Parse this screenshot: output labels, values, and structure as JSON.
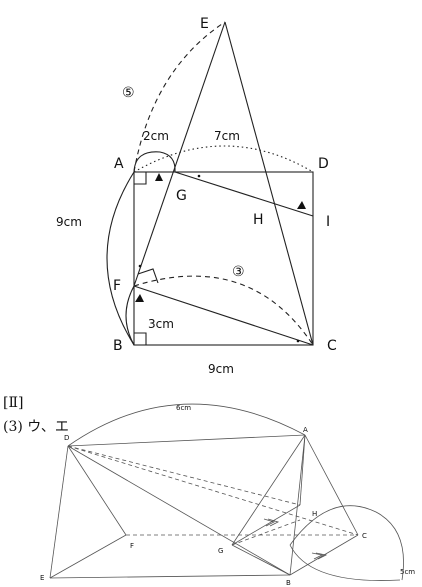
{
  "figure1": {
    "points": {
      "E": "E",
      "A": "A",
      "D": "D",
      "G": "G",
      "H": "H",
      "I": "I",
      "F": "F",
      "B": "B",
      "C": "C"
    },
    "marks": {
      "circle5": "⑤",
      "circle3": "③"
    },
    "lengths": {
      "ag": "2cm",
      "gd": "7cm",
      "ab": "9cm",
      "fb": "3cm",
      "bc": "9cm"
    }
  },
  "section": {
    "heading": "[Ⅱ]",
    "item": "(3) ウ、エ"
  },
  "figure2": {
    "points": {
      "D": "D",
      "A": "A",
      "H": "H",
      "C": "C",
      "F": "F",
      "G": "G",
      "E": "E",
      "B": "B"
    },
    "lengths": {
      "top": "6cm",
      "right": "5cm"
    }
  }
}
